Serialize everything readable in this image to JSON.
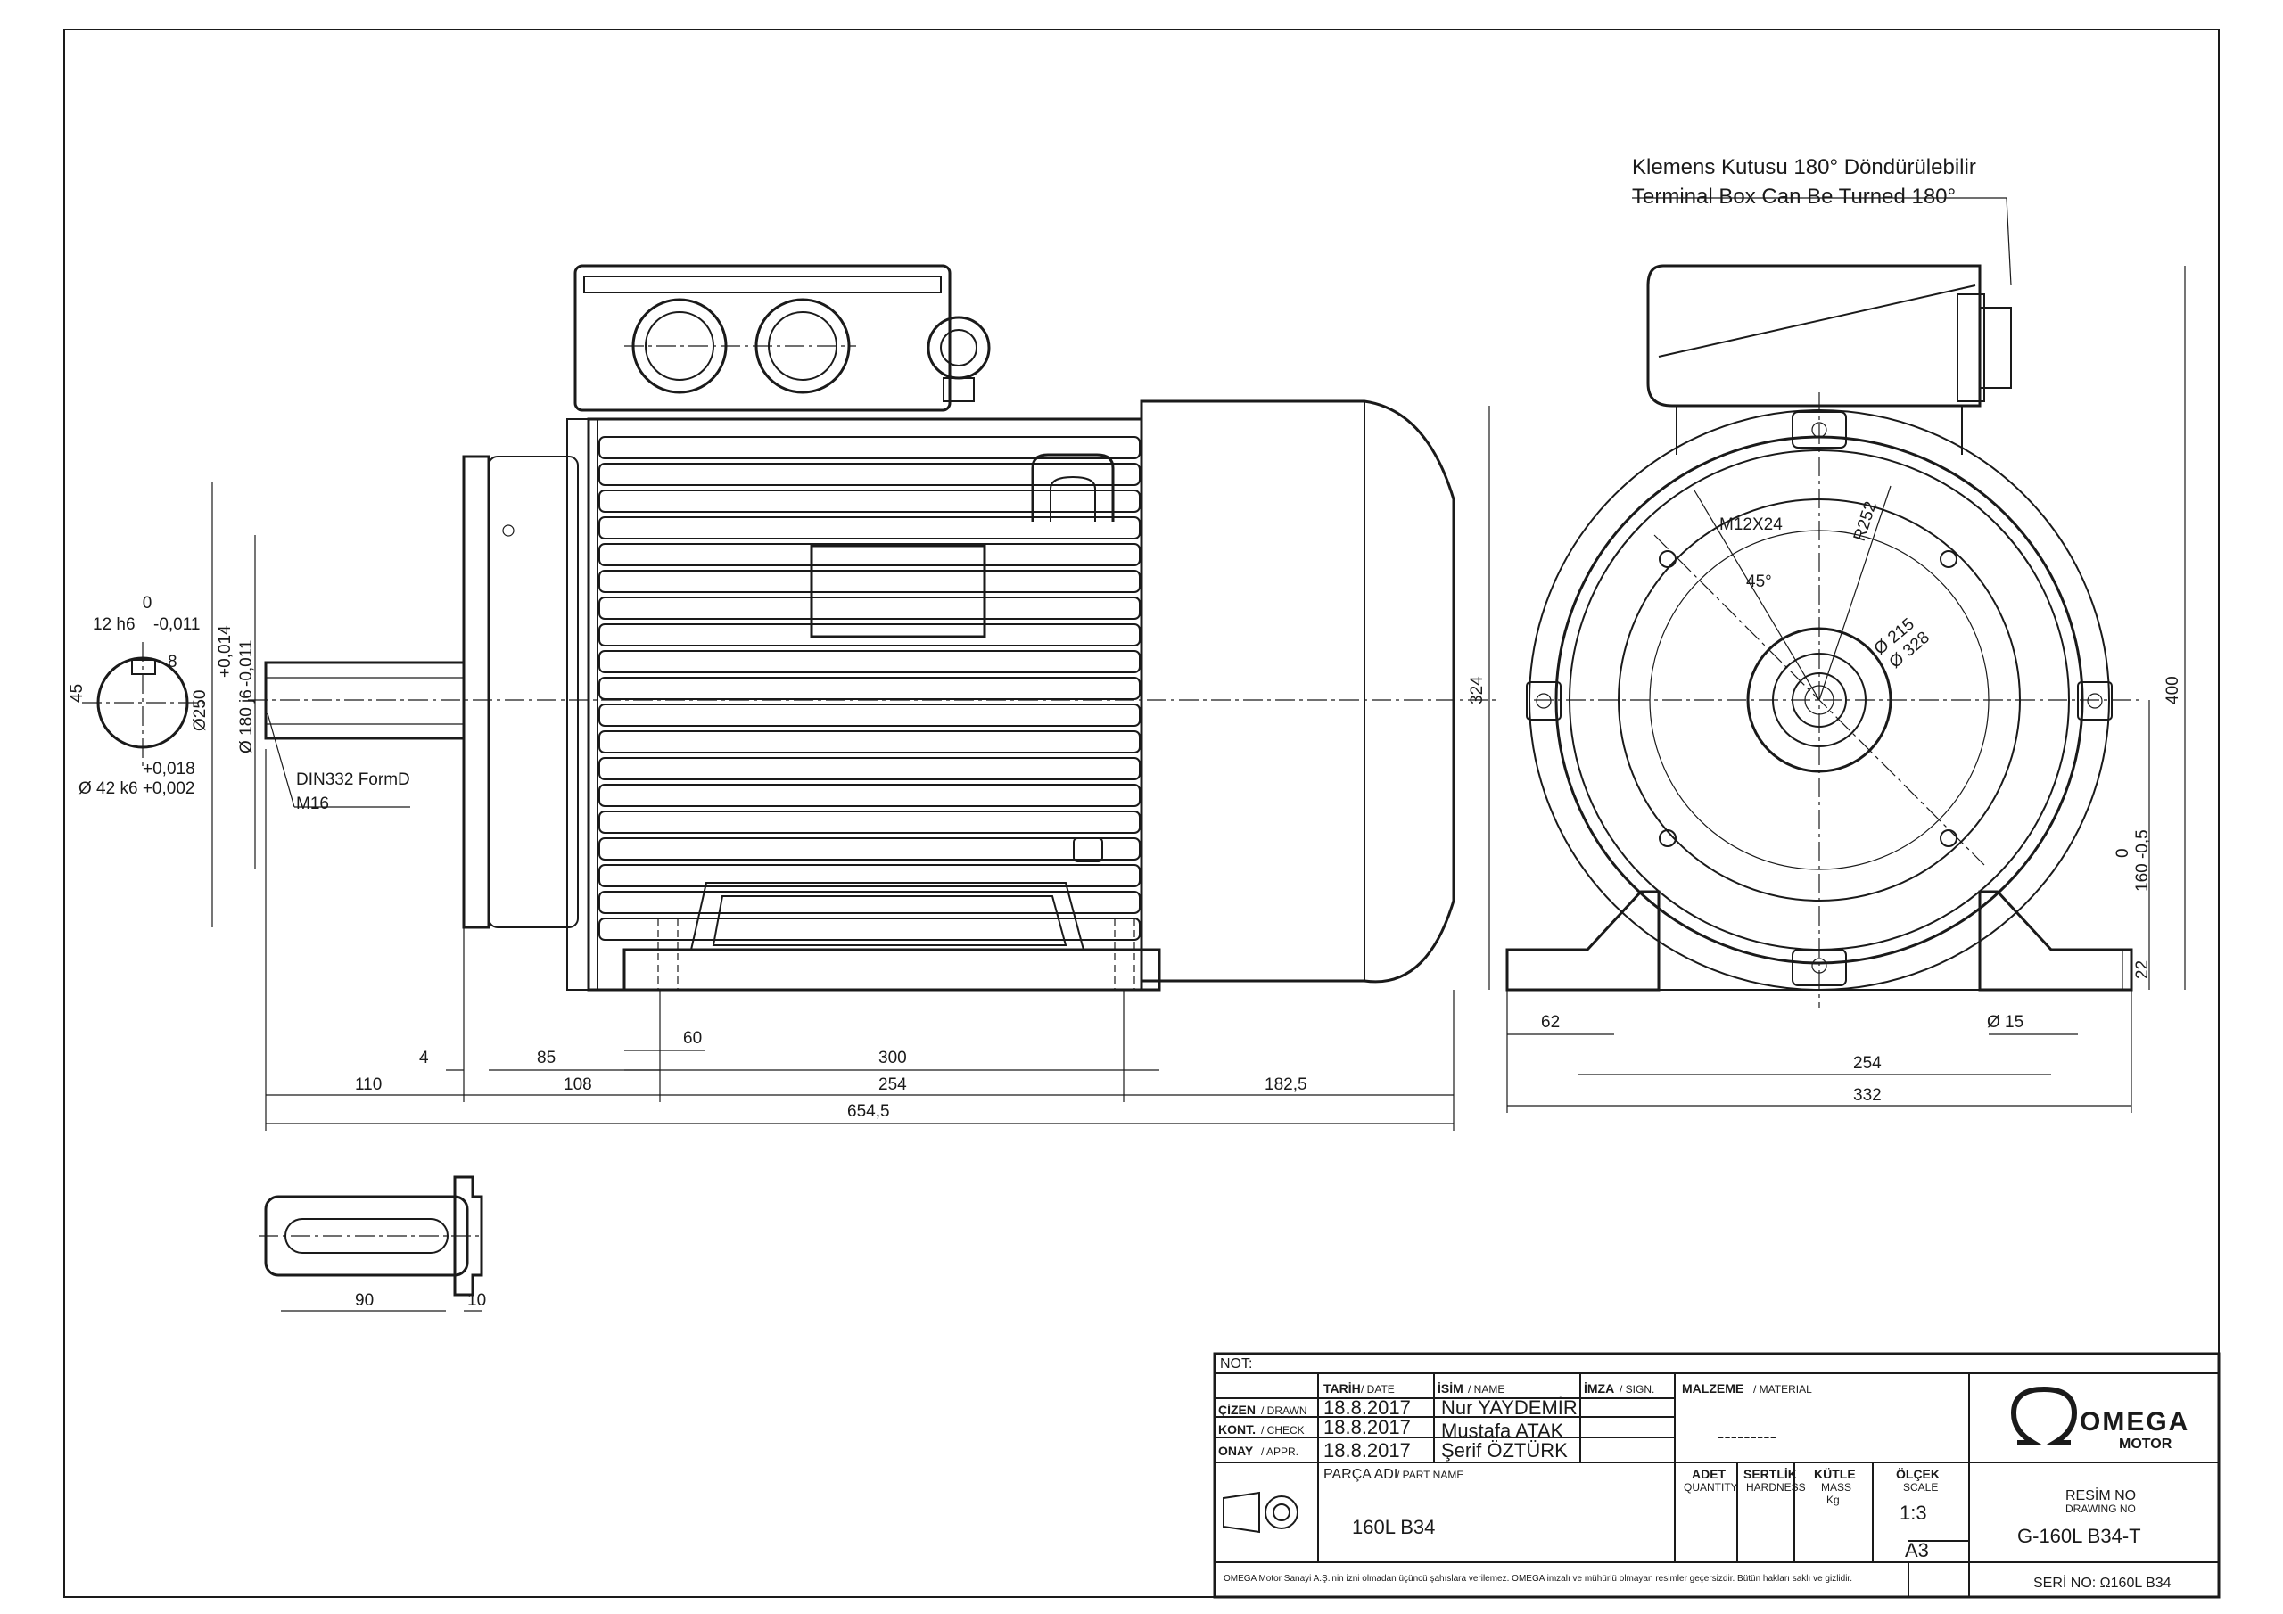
{
  "annotations": {
    "terminal_box_tr": "Klemens Kutusu 180° Döndürülebilir",
    "terminal_box_en": "Terminal Box Can Be Turned 180°",
    "din": "DIN332 FormD",
    "thread": "M16"
  },
  "shaft_section": {
    "key_width": "12 h6",
    "key_tol_top": "0",
    "key_tol_bot": "-0,011",
    "key_depth": "8",
    "height": "45",
    "dia_tol_top": "+0,018",
    "dia": "Ø 42 k6 +0,002"
  },
  "side_view": {
    "dia_250": "Ø250",
    "dia_180": "Ø 180 j6",
    "dia_180_tol_top": "+0,014",
    "dia_180_tol_bot": "-0,011",
    "h_324": "324",
    "d_4": "4",
    "d_85": "85",
    "d_60": "60",
    "d_300": "300",
    "d_110": "110",
    "d_108": "108",
    "d_254": "254",
    "d_182_5": "182,5",
    "d_654_5": "654,5"
  },
  "front_view": {
    "bolt": "M12X24",
    "radius": "R252",
    "angle": "45°",
    "dia_215": "Ø 215",
    "dia_328": "Ø 328",
    "h_400": "400",
    "h_160": "160 -0,5",
    "h_160_top": "0",
    "h_22": "22",
    "d_62": "62",
    "d_15": "Ø 15",
    "d_254": "254",
    "d_332": "332"
  },
  "key_view": {
    "d_90": "90",
    "d_10": "10"
  },
  "title_block": {
    "not": "NOT:",
    "tarih": "TARİH",
    "tarih_en": "/ DATE",
    "isim": "İSİM",
    "isim_en": "/ NAME",
    "imza": "İMZA",
    "imza_en": "/ SIGN.",
    "malzeme": "MALZEME",
    "malzeme_en": "/ MATERIAL",
    "material_value": "---------",
    "rows": [
      {
        "role": "ÇİZEN",
        "role_en": "/ DRAWN",
        "date": "18.8.2017",
        "name": "Nur YAYDEMİR"
      },
      {
        "role": "KONT.",
        "role_en": "/ CHECK",
        "date": "18.8.2017",
        "name": "Mustafa ATAK"
      },
      {
        "role": "ONAY",
        "role_en": "/ APPR.",
        "date": "18.8.2017",
        "name": "Şerif ÖZTÜRK"
      }
    ],
    "parca": "PARÇA ADI",
    "parca_en": "/ PART NAME",
    "part_name": "160L B34",
    "adet": "ADET",
    "adet_en": "QUANTITY",
    "sertlik": "SERTLİK",
    "sertlik_en": "HARDNESS",
    "kutle": "KÜTLE",
    "kutle_en": "MASS",
    "kutle_unit": "Kg",
    "olcek": "ÖLÇEK",
    "olcek_en": "SCALE",
    "scale": "1:3",
    "paper": "A3",
    "resim": "RESİM NO",
    "resim_en": "DRAWING NO",
    "drawing_no": "G-160L B34-T",
    "seri": "SERİ NO: Ω160L B34",
    "logo_main": "OMEGA",
    "logo_sub": "MOTOR",
    "footer": "OMEGA Motor Sanayi A.Ş.'nin izni olmadan üçüncü şahıslara verilemez. OMEGA imzalı ve mühürlü olmayan resimler geçersizdir. Bütün hakları saklı ve gizlidir."
  }
}
